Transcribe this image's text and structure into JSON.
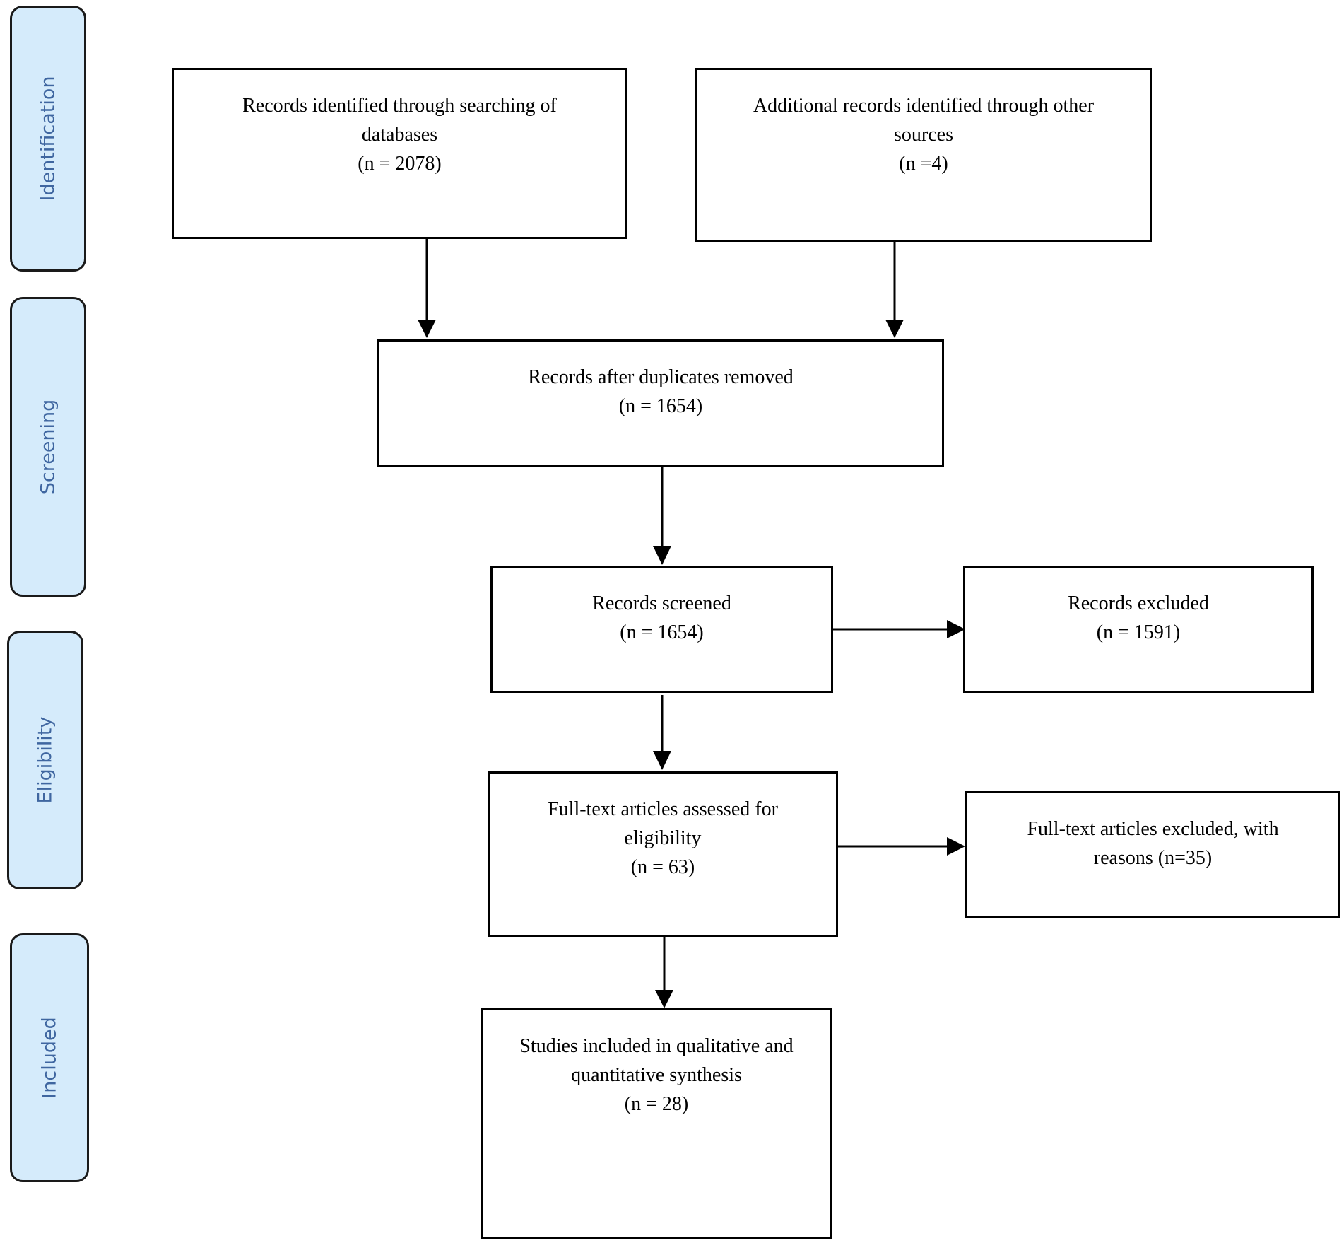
{
  "phases": {
    "identification": "Identification",
    "screening": "Screening",
    "eligibility": "Eligibility",
    "included": "Included"
  },
  "boxes": {
    "database_records": {
      "line1": "Records identified through searching of",
      "line2": "databases",
      "line3": "(n = 2078)"
    },
    "other_records": {
      "line1": "Additional records identified through other",
      "line2": "sources",
      "line3": "(n =4)"
    },
    "after_duplicates": {
      "line1": "Records after duplicates removed",
      "line2": "(n = 1654)"
    },
    "screened": {
      "line1": "Records screened",
      "line2": "(n = 1654)"
    },
    "excluded": {
      "line1": "Records excluded",
      "line2": "(n = 1591)"
    },
    "fulltext_assessed": {
      "line1": "Full-text articles assessed for",
      "line2": "eligibility",
      "line3": "(n = 63)"
    },
    "fulltext_excluded": {
      "line1": "Full-text articles excluded, with",
      "line2": "reasons (n=35)"
    },
    "included_studies": {
      "line1": "Studies included in qualitative and",
      "line2": "quantitative synthesis",
      "line3": "(n = 28)"
    }
  }
}
